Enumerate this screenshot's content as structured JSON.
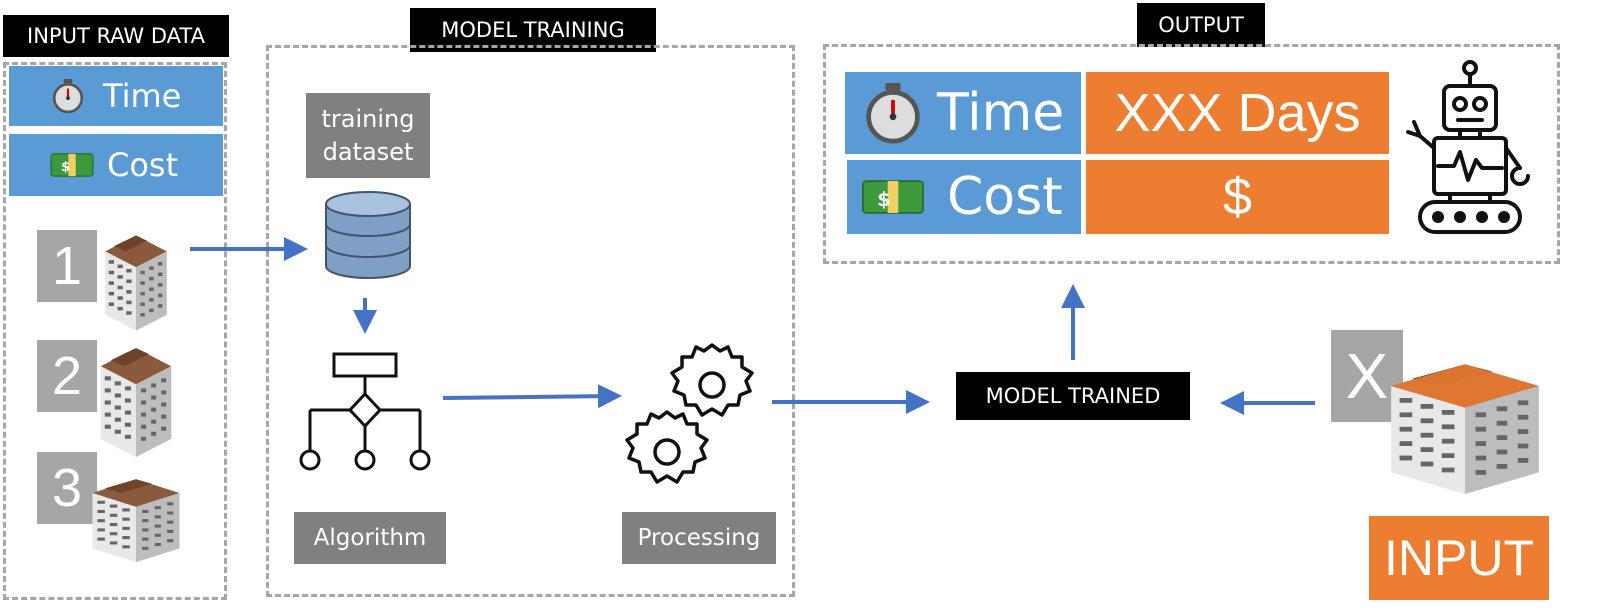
{
  "input_raw_data": {
    "title": "INPUT RAW DATA",
    "time_label": "Time",
    "cost_label": "Cost",
    "samples": [
      "1",
      "2",
      "3"
    ]
  },
  "model_training": {
    "title": "MODEL TRAINING",
    "dataset_label": "training dataset",
    "algorithm_label": "Algorithm",
    "processing_label": "Processing"
  },
  "output": {
    "title": "OUTPUT",
    "time_label": "Time",
    "time_value": "XXX Days",
    "cost_label": "Cost",
    "cost_value": "$"
  },
  "model_trained_label": "MODEL TRAINED",
  "new_input": {
    "marker": "X",
    "label": "INPUT"
  },
  "colors": {
    "blue": "#5b9bd5",
    "orange": "#ed7d31",
    "gray": "#808080",
    "arrow": "#4472c4"
  }
}
